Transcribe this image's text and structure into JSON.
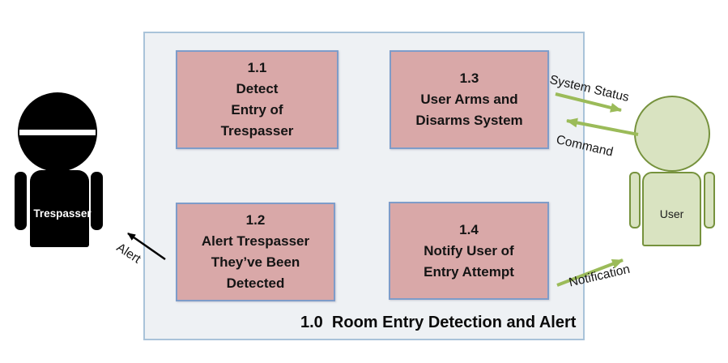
{
  "system": {
    "label": "1.0  Room Entry Detection and Alert",
    "processes": [
      {
        "id": "1.1",
        "text": "1.1\nDetect\nEntry of\nTrespasser"
      },
      {
        "id": "1.2",
        "text": "1.2\nAlert Trespasser\nThey’ve Been\nDetected"
      },
      {
        "id": "1.3",
        "text": "1.3\nUser Arms and\nDisarms System"
      },
      {
        "id": "1.4",
        "text": "1.4\nNotify User of\nEntry Attempt"
      }
    ]
  },
  "actors": [
    {
      "name": "trespasser",
      "label": "Trespasser",
      "fill": "#000000",
      "label_color": "#ffffff"
    },
    {
      "name": "user",
      "label": "User",
      "fill": "#d9e3c1",
      "outline": "#76923d"
    }
  ],
  "flows": [
    {
      "name": "system-status",
      "label": "System Status",
      "from": "1.3",
      "to": "User",
      "color": "#9bbb59"
    },
    {
      "name": "command",
      "label": "Command",
      "from": "User",
      "to": "1.3",
      "color": "#9bbb59"
    },
    {
      "name": "alert",
      "label": "Alert",
      "from": "1.2",
      "to": "Trespasser",
      "color": "#000000"
    },
    {
      "name": "notification",
      "label": "Notification",
      "from": "1.4",
      "to": "User",
      "color": "#9bbb59"
    }
  ],
  "colors": {
    "canvas_bg": "#ffffff",
    "boundary_fill": "#eef1f4",
    "boundary_border": "#a9c3d9",
    "process_fill": "#d9a8a8",
    "process_border": "#7e9cc9",
    "flow_green": "#9bbb59",
    "flow_black": "#000000"
  }
}
